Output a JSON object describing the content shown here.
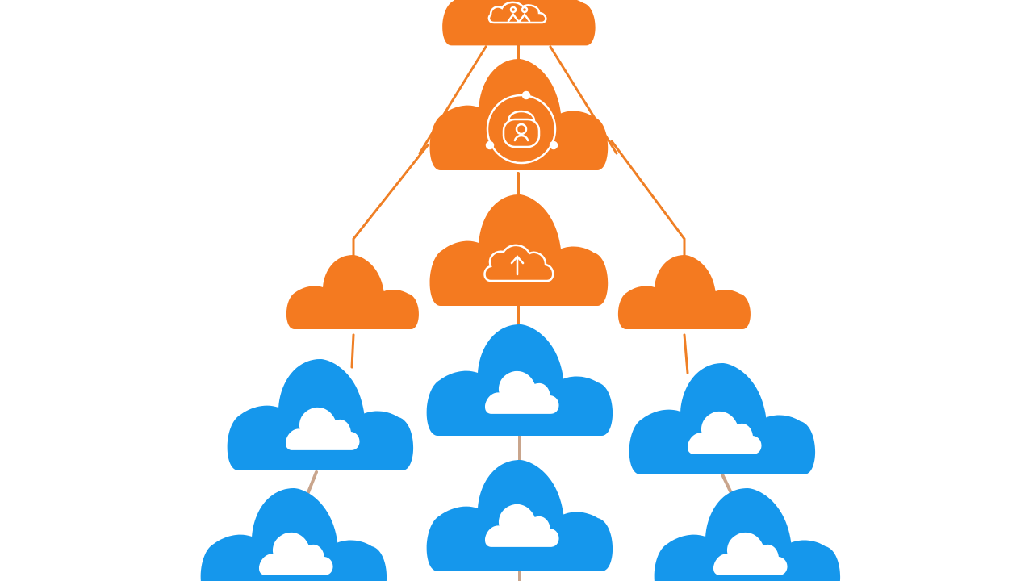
{
  "colors": {
    "background": "#ffffff",
    "orange": "#f47a20",
    "blue": "#1597ec",
    "connector_orange": "#ef7f25",
    "connector_tan": "#c9a58c",
    "glyph": "#ffffff"
  },
  "nodes": [
    {
      "id": "top-cloud",
      "kind": "orange",
      "icon": "connected-people-icon"
    },
    {
      "id": "center-cloud",
      "kind": "orange",
      "icon": "security-person-icon"
    },
    {
      "id": "mid-cloud",
      "kind": "orange",
      "icon": "cloud-upload-icon"
    },
    {
      "id": "left-orange-cloud",
      "kind": "orange",
      "icon": ""
    },
    {
      "id": "right-orange-cloud",
      "kind": "orange",
      "icon": ""
    },
    {
      "id": "blue-left-1",
      "kind": "blue",
      "icon": "small-cloud-icon"
    },
    {
      "id": "blue-center-1",
      "kind": "blue",
      "icon": "small-cloud-icon"
    },
    {
      "id": "blue-right-1",
      "kind": "blue",
      "icon": "small-cloud-icon"
    },
    {
      "id": "blue-left-2",
      "kind": "blue",
      "icon": "small-cloud-icon"
    },
    {
      "id": "blue-center-2",
      "kind": "blue",
      "icon": "small-cloud-icon"
    },
    {
      "id": "blue-right-2",
      "kind": "blue",
      "icon": "small-cloud-icon"
    }
  ]
}
